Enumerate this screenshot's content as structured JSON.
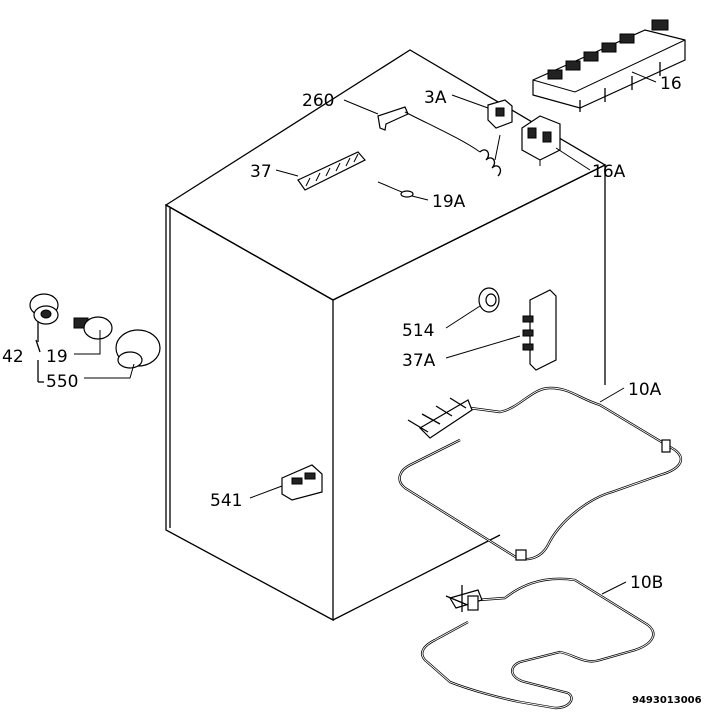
{
  "labels": {
    "l260": "260",
    "l3A": "3A",
    "l16": "16",
    "l16A": "16A",
    "l37": "37",
    "l19A": "19A",
    "l514": "514",
    "l37A": "37A",
    "l42": "42",
    "l19": "19",
    "l550": "550",
    "l10A": "10A",
    "l541": "541",
    "l10B": "10B"
  },
  "drawing_code": "9493013006"
}
